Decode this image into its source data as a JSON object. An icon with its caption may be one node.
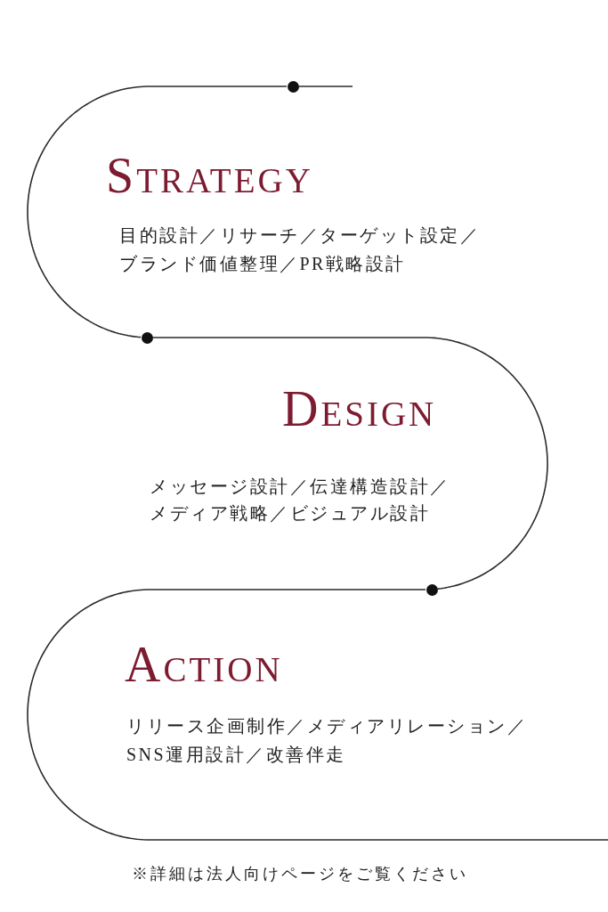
{
  "diagram": {
    "nodes": [
      {
        "text": [],
        "shape": "circle"
      },
      {
        "text": [],
        "shape": "circle"
      },
      {
        "text": [],
        "shape": "circle"
      }
    ],
    "edges": [
      {
        "from": null,
        "to": 0,
        "arrow": "none"
      },
      {
        "from": 0,
        "to": 1,
        "arrow": "none"
      },
      {
        "from": 1,
        "to": 2,
        "arrow": "none"
      },
      {
        "from": 2,
        "to": null,
        "arrow": "none"
      }
    ],
    "labels": [
      "Strategy",
      "目的設計／リサーチ／ターゲット設定／ブランド価値整理／PR戦略設計",
      "Design",
      "メッセージ設計／伝達構造設計／メディア戦略／ビジュアル設計",
      "Action",
      "リリース企画制作／メディアリレーション／SNS運用設計／改善伴走",
      "※詳細は法人向けページをご覧ください"
    ]
  }
}
